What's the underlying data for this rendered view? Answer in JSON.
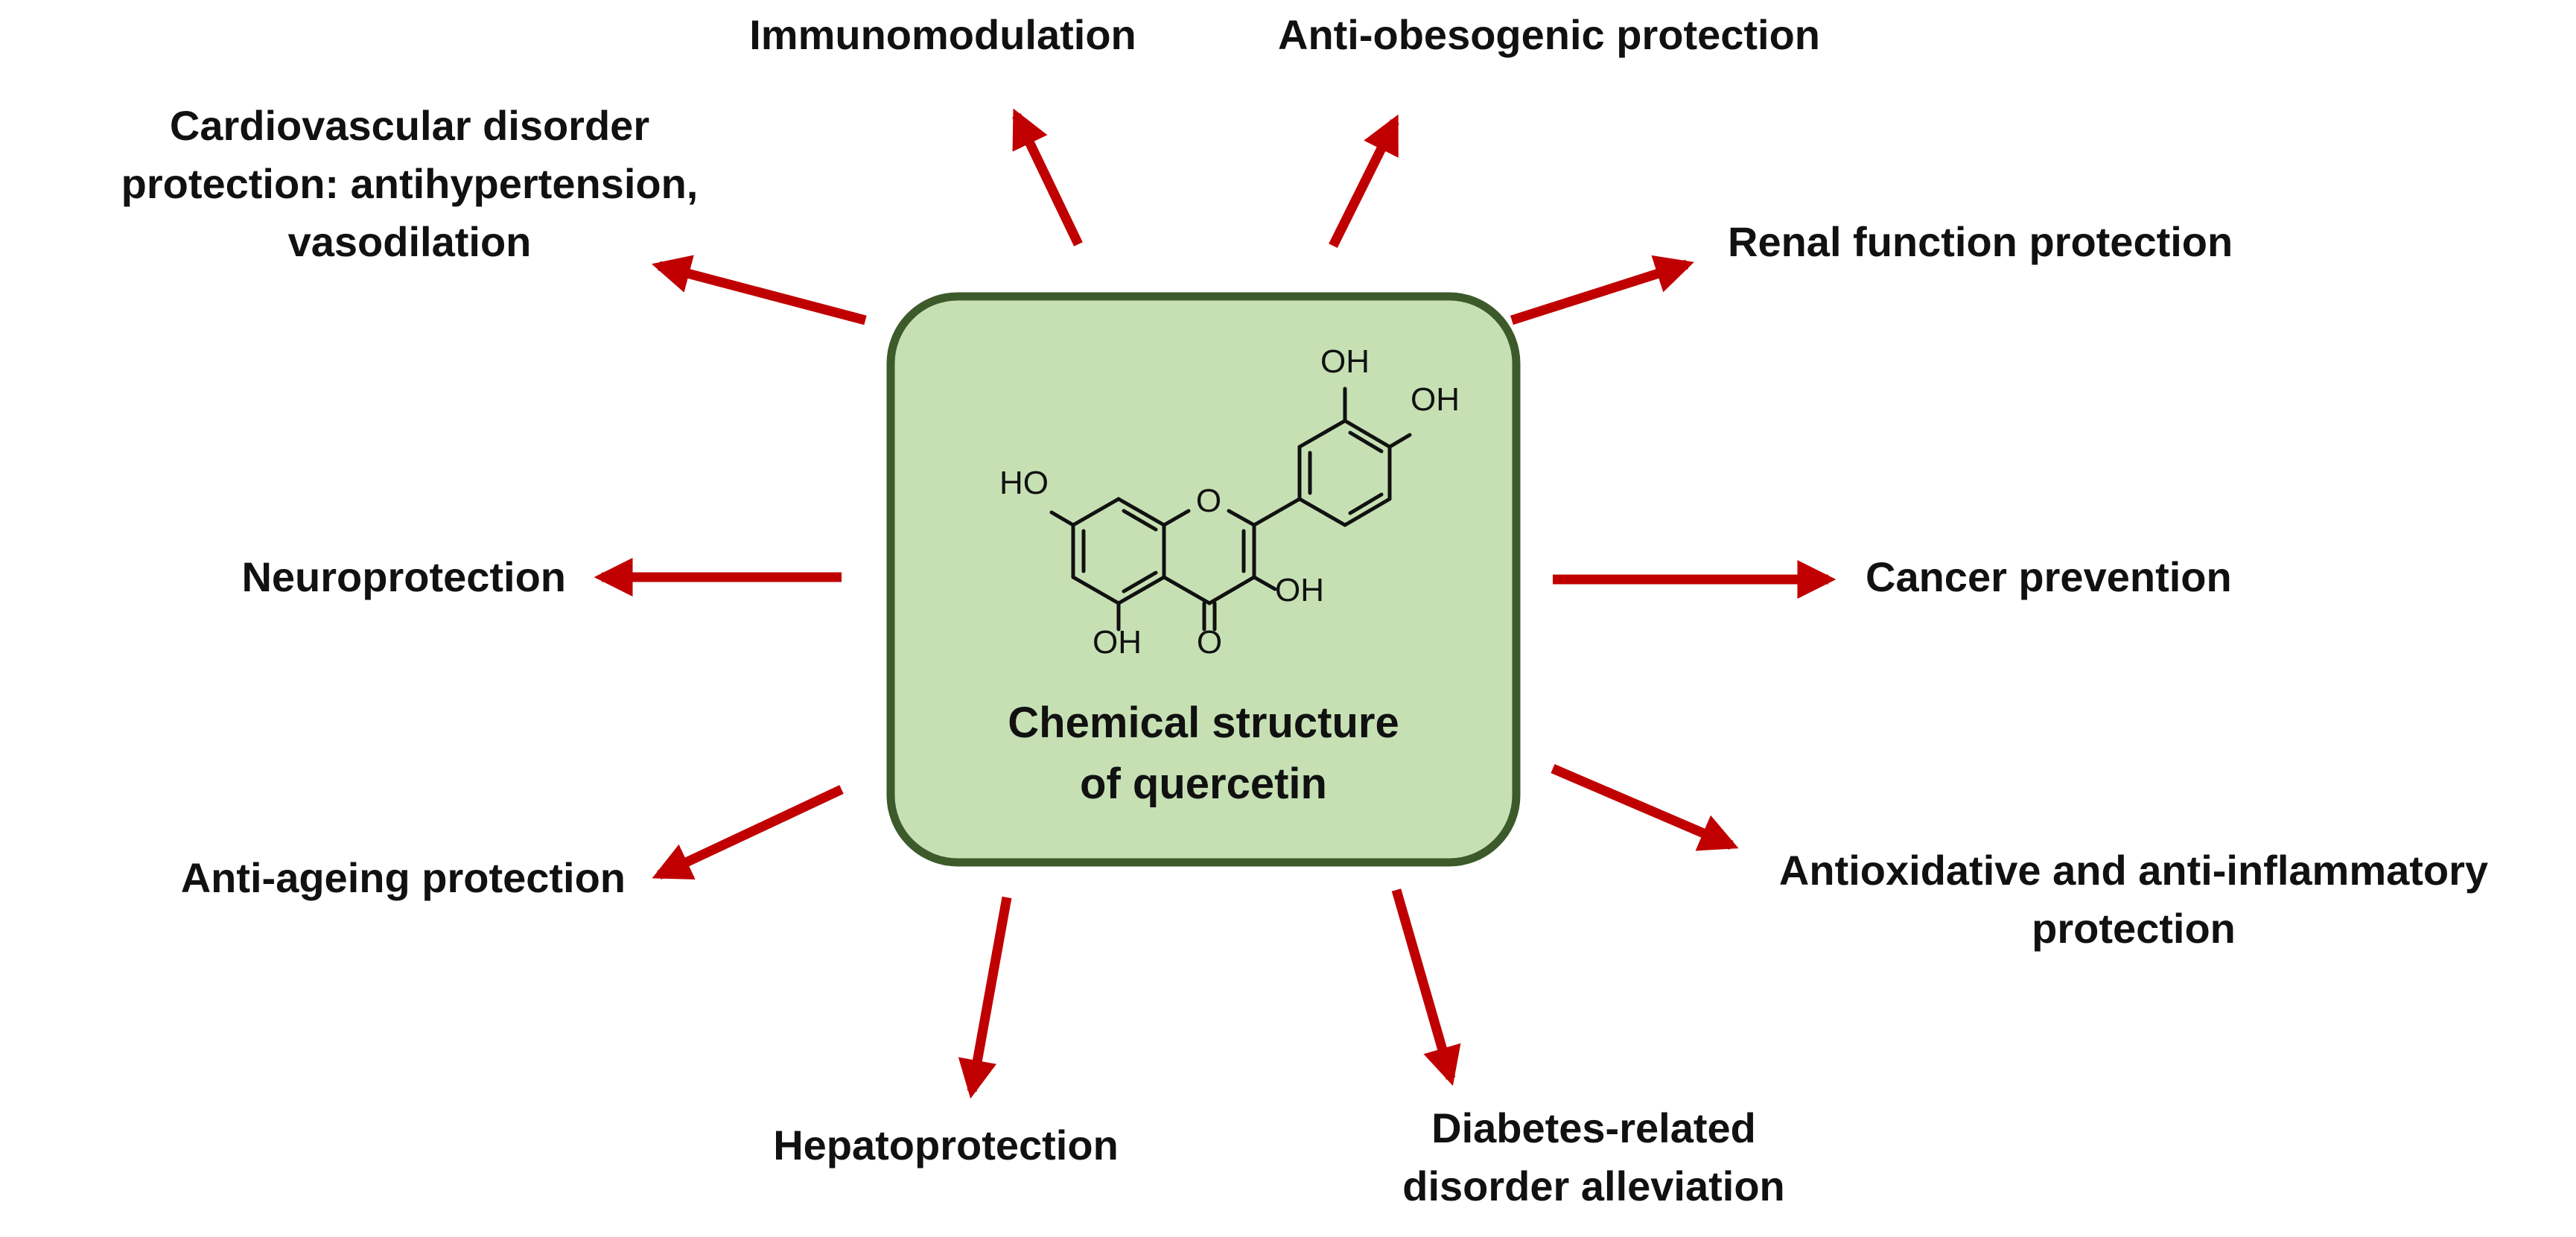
{
  "center": {
    "caption_lines": [
      "Chemical structure",
      "of quercetin"
    ],
    "atoms": {
      "oh_top": "OH",
      "oh_right": "OH",
      "ho_left": "HO",
      "ring_o": "O",
      "oh_3": "OH",
      "oh_5": "OH",
      "carbonyl_o": "O"
    },
    "box_fill": "#c6e0b4",
    "box_border": "#3d5a2a"
  },
  "arrow_color": "#c00000",
  "effects": {
    "immunomodulation": [
      "Immunomodulation"
    ],
    "anti_obesogenic": [
      "Anti-obesogenic protection"
    ],
    "cardiovascular": [
      "Cardiovascular disorder",
      "protection: antihypertension,",
      "vasodilation"
    ],
    "renal": [
      "Renal function protection"
    ],
    "neuroprotection": [
      "Neuroprotection"
    ],
    "cancer": [
      "Cancer prevention"
    ],
    "anti_ageing": [
      "Anti-ageing protection"
    ],
    "antioxidative": [
      "Antioxidative and anti-inflammatory",
      "protection"
    ],
    "hepatoprotection": [
      "Hepatoprotection"
    ],
    "diabetes": [
      "Diabetes-related",
      "disorder alleviation"
    ]
  }
}
